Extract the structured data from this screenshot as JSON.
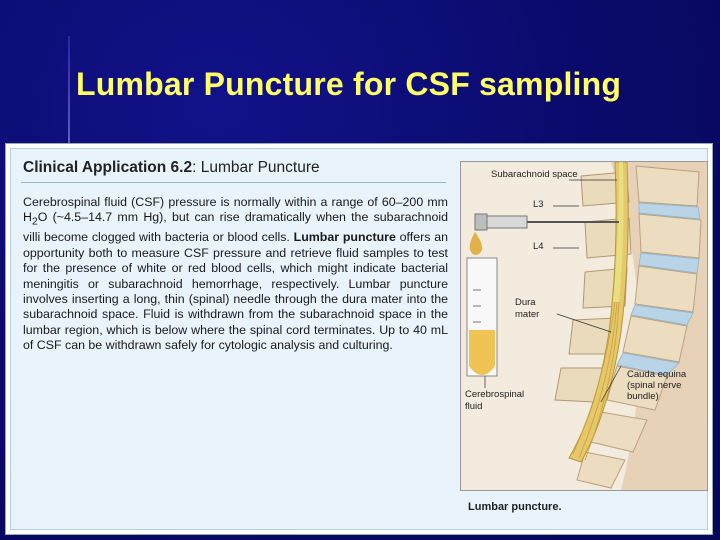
{
  "slide": {
    "title": "Lumbar Puncture for CSF sampling"
  },
  "clinical_box": {
    "heading_bold": "Clinical Application 6.2",
    "heading_rest": ": Lumbar Puncture",
    "body_parts": {
      "p1": "Cerebrospinal fluid (CSF) pressure is normally within a range of 60–200 mm H",
      "sub": "2",
      "p2": "O (~4.5–14.7 mm Hg), but can rise dramatically when the subarachnoid villi become clogged with bacteria or blood cells. ",
      "bold": "Lumbar puncture",
      "p3": " offers an opportunity both to measure CSF pressure and retrieve fluid samples to test for the presence of white or red blood cells, which might indicate bacterial meningitis or subarachnoid hemorrhage, respectively. Lumbar puncture involves inserting a long, thin (spinal) needle through the dura mater into the subarachnoid space. Fluid is withdrawn from the subarachnoid space in the lumbar region, which is below where the spinal cord terminates. Up to 40 mL of CSF can be withdrawn safely for cytologic analysis and culturing."
    }
  },
  "figure": {
    "labels": {
      "subarachnoid": "Subarachnoid space",
      "l3": "L3",
      "l4": "L4",
      "dura_1": "Dura",
      "dura_2": "mater",
      "cauda_1": "Cauda equina",
      "cauda_2": "(spinal nerve",
      "cauda_3": "bundle)",
      "csf_1": "Cerebrospinal",
      "csf_2": "fluid"
    },
    "caption": "Lumbar puncture."
  }
}
